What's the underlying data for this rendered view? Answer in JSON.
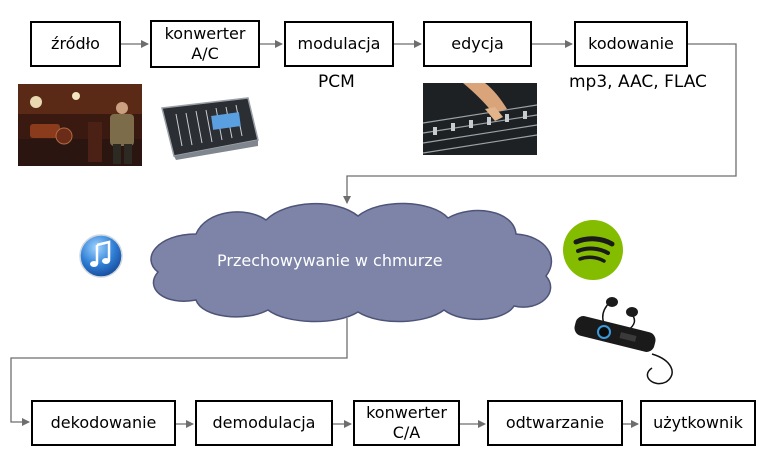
{
  "top_row": [
    {
      "id": "zrodlo",
      "label": "źródło"
    },
    {
      "id": "konwerter-ac",
      "label": "konwerter\nA/C"
    },
    {
      "id": "modulacja",
      "label": "modulacja"
    },
    {
      "id": "edycja",
      "label": "edycja"
    },
    {
      "id": "kodowanie",
      "label": "kodowanie"
    }
  ],
  "bottom_row": [
    {
      "id": "dekodowanie",
      "label": "dekodowanie"
    },
    {
      "id": "demodulacja",
      "label": "demodulacja"
    },
    {
      "id": "konwerter-ca",
      "label": "konwerter\nC/A"
    },
    {
      "id": "odtwarzanie",
      "label": "odtwarzanie"
    },
    {
      "id": "uzytkownik",
      "label": "użytkownik"
    }
  ],
  "notes": {
    "pcm": "PCM",
    "formats": "mp3, AAC, FLAC"
  },
  "cloud": {
    "label": "Przechowywanie w chmurze",
    "fill": "#7d84a8"
  },
  "icons": [
    "band-photo-icon",
    "mixer-console-icon",
    "mixing-desk-photo-icon",
    "itunes-logo-icon",
    "spotify-logo-icon",
    "mp3-player-icon"
  ],
  "colors": {
    "box_border": "#000000",
    "connector": "#6e6e6e",
    "spotify": "#84bd00",
    "itunes": "#2f7fd6"
  }
}
